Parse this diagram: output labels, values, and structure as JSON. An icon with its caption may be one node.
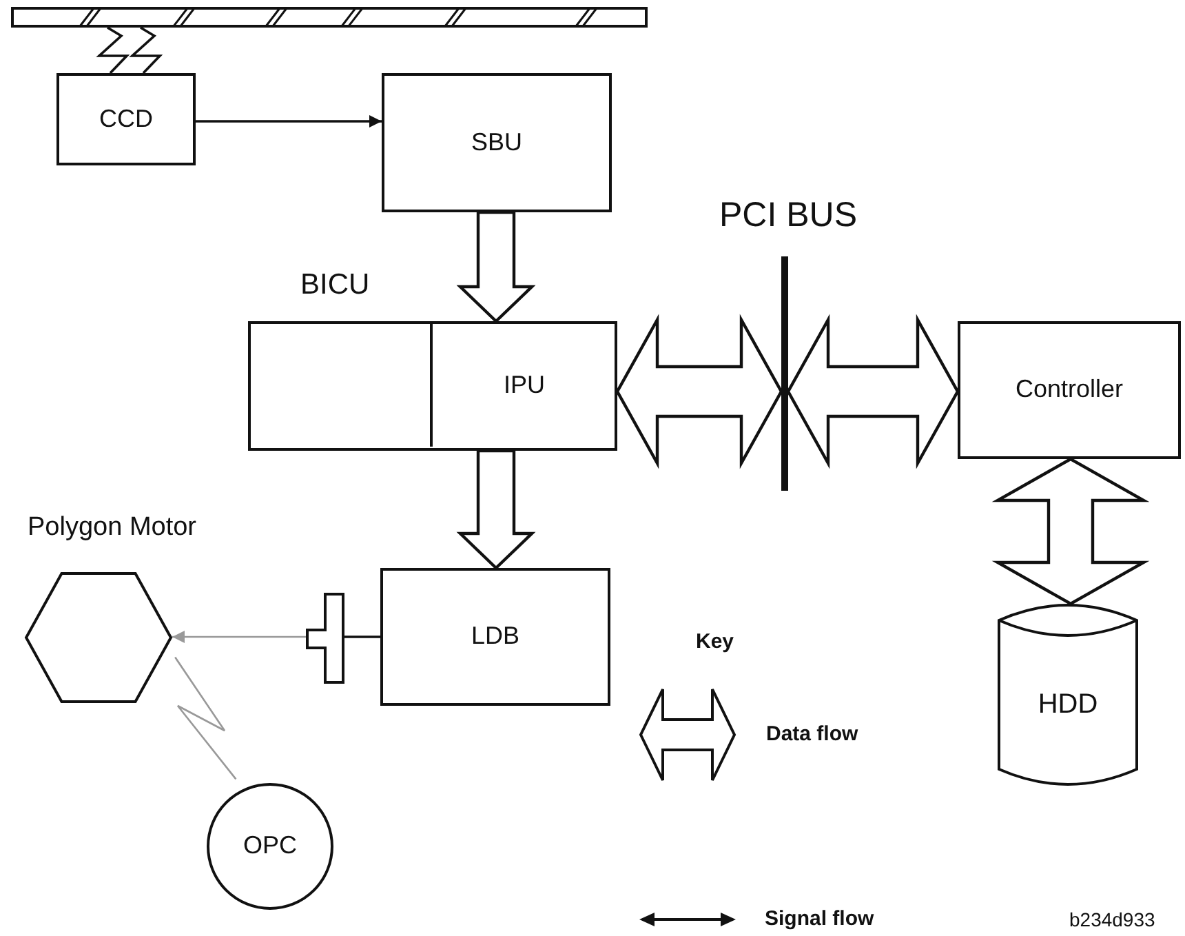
{
  "diagram": {
    "nodes": [
      {
        "text": [],
        "shape": "bar"
      },
      {
        "text": [
          "CCD"
        ]
      },
      {
        "text": [
          "SBU"
        ]
      },
      {
        "text": [
          "BICU"
        ]
      },
      {
        "text": [
          "IPU"
        ],
        "in": 3
      },
      {
        "text": [
          "PCI BUS"
        ]
      },
      {
        "text": [
          "Controller"
        ]
      },
      {
        "text": [
          "HDD"
        ]
      },
      {
        "text": [
          "LDB"
        ]
      },
      {
        "text": [],
        "shape": "connector"
      },
      {
        "text": [
          "Polygon Motor"
        ]
      },
      {
        "text": [
          "OPC"
        ]
      }
    ],
    "edges": [
      {
        "from": 0,
        "to": 1,
        "arrow": "none"
      },
      {
        "from": 0,
        "to": 1,
        "arrow": "none"
      },
      {
        "from": 1,
        "to": 2,
        "arrow": "to"
      },
      {
        "from": 2,
        "to": 4,
        "arrow": "to",
        "style": "thick"
      },
      {
        "from": 4,
        "to": 5,
        "arrow": "both",
        "style": "thick"
      },
      {
        "from": 5,
        "to": 6,
        "arrow": "both",
        "style": "thick"
      },
      {
        "from": 6,
        "to": 7,
        "arrow": "both",
        "style": "thick"
      },
      {
        "from": 4,
        "to": 8,
        "arrow": "to",
        "style": "thick"
      },
      {
        "from": 8,
        "to": 9,
        "arrow": "none"
      },
      {
        "from": 9,
        "to": 10,
        "arrow": "to",
        "color": "#999999"
      },
      {
        "from": 10,
        "to": 11,
        "arrow": "none",
        "color": "#999999"
      }
    ],
    "labels": [
      "Key",
      "b234d933"
    ],
    "legend": [
      {
        "text": "Data flow"
      },
      {
        "text": "Signal flow"
      }
    ]
  }
}
